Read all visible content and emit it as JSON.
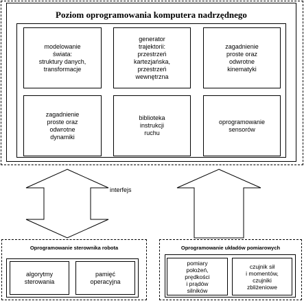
{
  "top": {
    "title": "Poziom oprogramowania komputera nadrzędnego",
    "row1": [
      "modelowanie\nświata:\nstruktury danych,\ntransformacje",
      "generator\ntrajektorii:\nprzestrzeń\nkartezjańska,\nprzestrzeń\nwewnętrzna",
      "zagadnienie\nproste oraz\nodwrotne\nkinematyki"
    ],
    "row2": [
      "zagadnienie\nproste oraz\nodwrotne\ndynamiki",
      "biblioteka\ninstrukcji\nruchu",
      "oprogramowanie\nsensorów"
    ]
  },
  "interface_label": "interfejs",
  "left": {
    "title": "Oprogramowanie sterownika robota",
    "boxes": [
      "algorytmy\nsterowania",
      "pamięć\noperacyjna"
    ]
  },
  "right": {
    "title": "Oprogramowanie układów pomiarowych",
    "boxes": [
      "pomiary\npołożeń,\nprędkości\ni prądów\nsilników",
      "czujnik sił\ni momentów,\nczujniki\nzbliżeniowe"
    ]
  }
}
